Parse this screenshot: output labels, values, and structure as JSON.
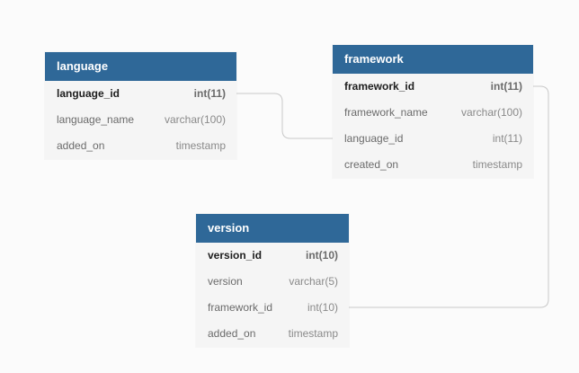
{
  "tables": {
    "language": {
      "title": "language",
      "columns": [
        {
          "name": "language_id",
          "type": "int(11)"
        },
        {
          "name": "language_name",
          "type": "varchar(100)"
        },
        {
          "name": "added_on",
          "type": "timestamp"
        }
      ]
    },
    "framework": {
      "title": "framework",
      "columns": [
        {
          "name": "framework_id",
          "type": "int(11)"
        },
        {
          "name": "framework_name",
          "type": "varchar(100)"
        },
        {
          "name": "language_id",
          "type": "int(11)"
        },
        {
          "name": "created_on",
          "type": "timestamp"
        }
      ]
    },
    "version": {
      "title": "version",
      "columns": [
        {
          "name": "version_id",
          "type": "int(10)"
        },
        {
          "name": "version",
          "type": "varchar(5)"
        },
        {
          "name": "framework_id",
          "type": "int(10)"
        },
        {
          "name": "added_on",
          "type": "timestamp"
        }
      ]
    }
  },
  "colors": {
    "header": "#2f6898",
    "connector": "#c8c8c8",
    "table_bg": "#f5f5f5",
    "canvas_bg": "#fbfbfb"
  }
}
